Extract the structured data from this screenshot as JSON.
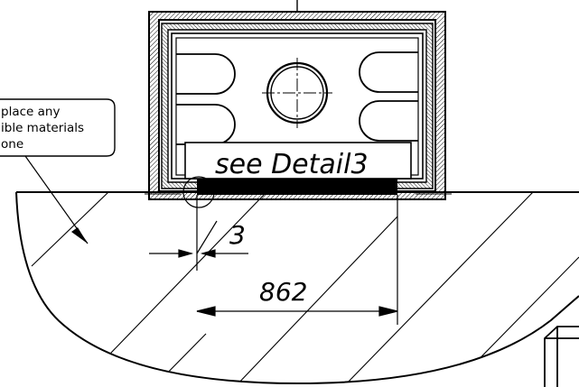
{
  "note": {
    "lines": [
      "place any",
      "ible materials",
      "one"
    ]
  },
  "labels": {
    "detail_ref": "see Detail3",
    "gap_dimension": "3",
    "width_dimension": "862"
  },
  "colors": {
    "ink": "#000000",
    "background": "#ffffff"
  }
}
